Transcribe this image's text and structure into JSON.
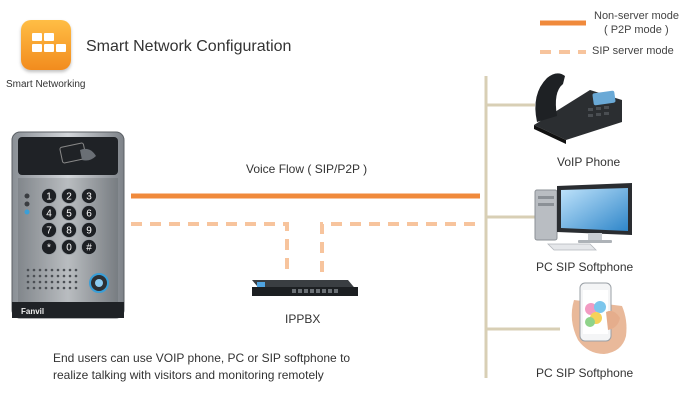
{
  "header": {
    "logo_caption": "Smart Networking",
    "title": "Smart Network Configuration"
  },
  "legend": {
    "solid_label_line1": "Non-server mode",
    "solid_label_line2": "( P2P mode )",
    "dashed_label": "SIP server mode"
  },
  "flow": {
    "label": "Voice Flow ( SIP/P2P )"
  },
  "devices": {
    "door_brand": "Fanvil",
    "pbx": "IPPBX",
    "phone": "VoIP Phone",
    "pc": "PC SIP Softphone",
    "mobile": "PC SIP Softphone"
  },
  "keypad": [
    "1",
    "2",
    "3",
    "4",
    "5",
    "6",
    "7",
    "8",
    "9",
    "*",
    "0",
    "#"
  ],
  "caption": {
    "line1": "End users can use VOIP phone, PC or SIP softphone to",
    "line2": "realize talking with visitors and monitoring remotely"
  },
  "colors": {
    "accent": "#f08a3c",
    "dashed": "#f7c49d",
    "trunk": "#d8cfb5"
  }
}
